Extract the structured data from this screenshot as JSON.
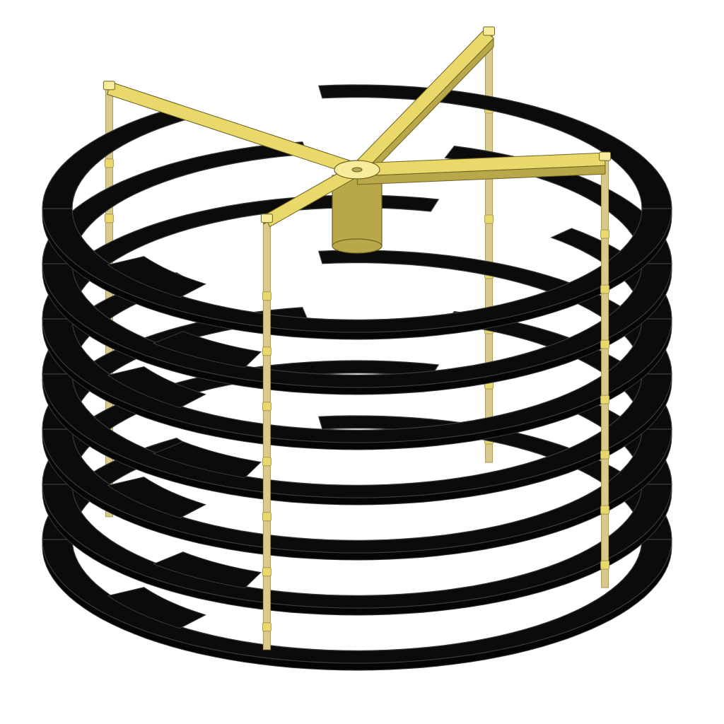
{
  "scene": {
    "subject": "coiled-ring-stack-with-cross-support",
    "ring_count": 7,
    "rod_count": 4,
    "arm_count": 4
  },
  "colors": {
    "background": "#ffffff",
    "ring": "#0b0b0b",
    "ring_edge": "#3a3a3a",
    "ring_highlight": "#2a2a2a",
    "brass": "#e8d96a",
    "brass_light": "#f6ec9a",
    "brass_dark": "#b9a84a",
    "brass_edge": "#6e6124",
    "rod": "#d9c98a",
    "rod_shade": "#a8975a"
  }
}
